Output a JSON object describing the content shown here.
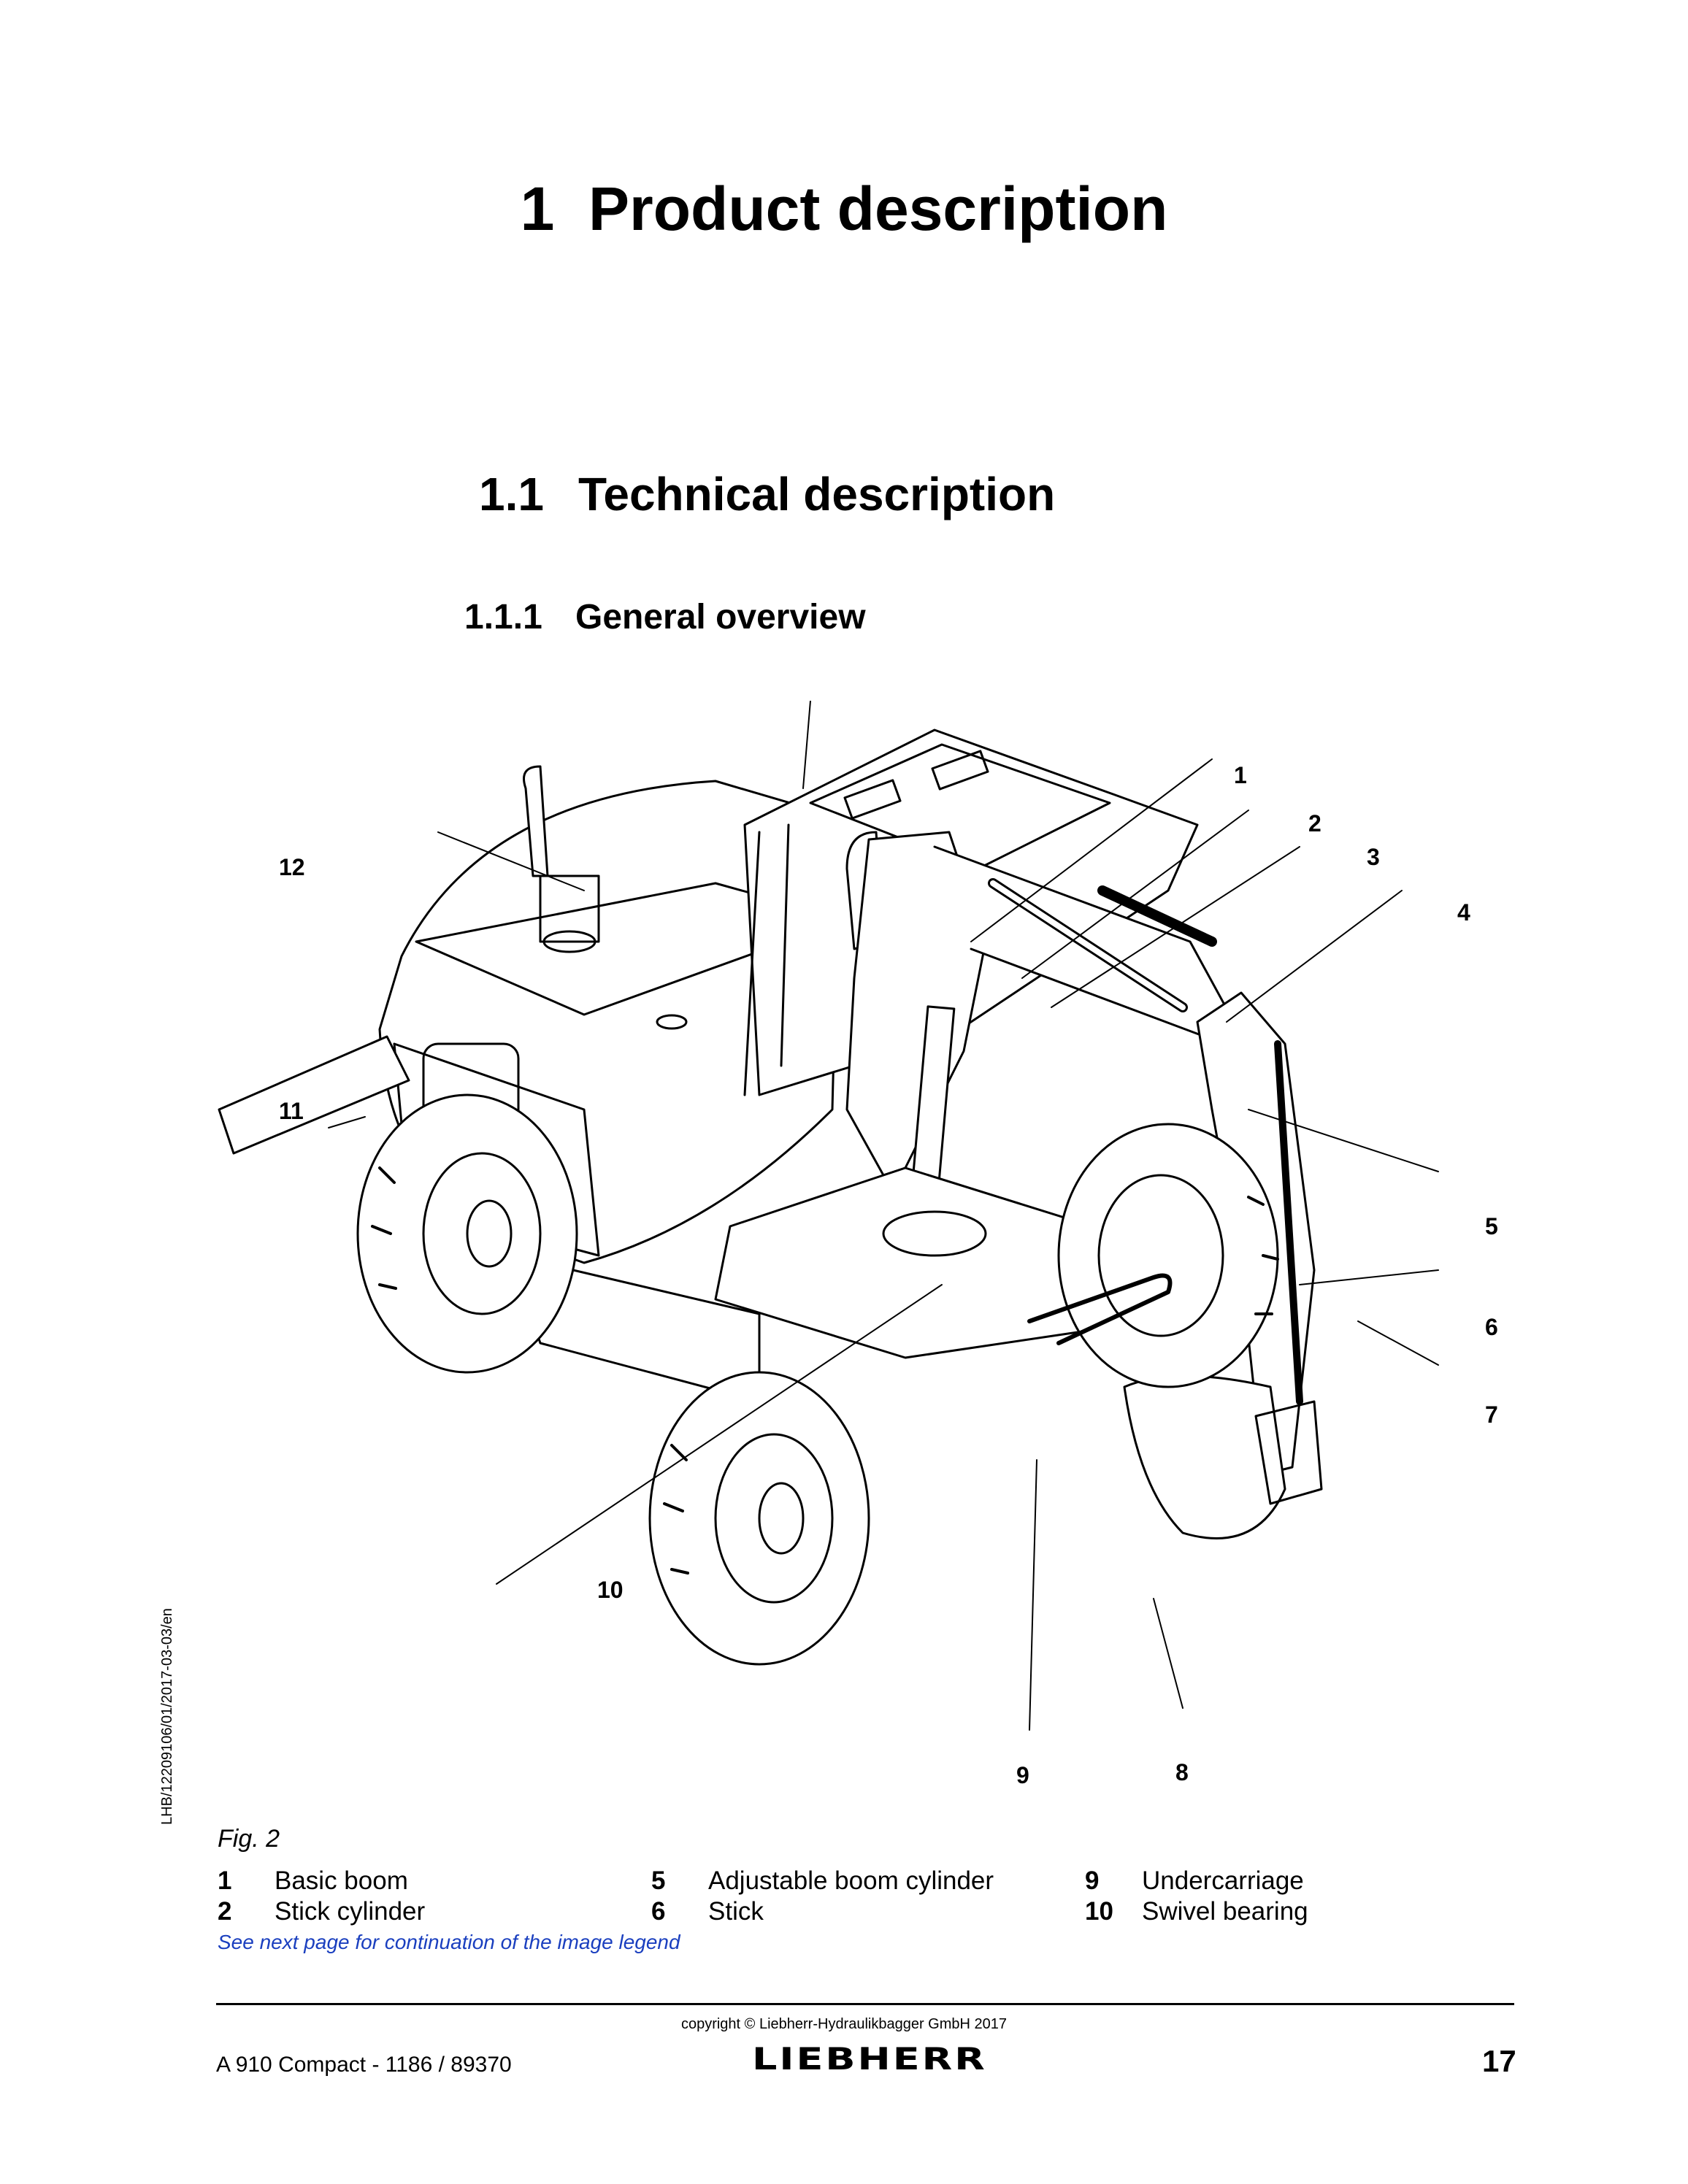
{
  "chapter": {
    "title": "1  Product description"
  },
  "section": {
    "number": "1.1",
    "title": "Technical description"
  },
  "subsection": {
    "number": "1.1.1",
    "title": "General overview"
  },
  "side_code": "LHB/12209106/01/2017-03-03/en",
  "figure": {
    "caption": "Fig. 2",
    "callouts": [
      "1",
      "2",
      "3",
      "4",
      "5",
      "6",
      "7",
      "8",
      "9",
      "10",
      "11",
      "12"
    ]
  },
  "legend": [
    {
      "num": "1",
      "label": "Basic boom"
    },
    {
      "num": "2",
      "label": "Stick cylinder"
    },
    {
      "num": "5",
      "label": "Adjustable boom cylinder"
    },
    {
      "num": "6",
      "label": "Stick"
    },
    {
      "num": "9",
      "label": "Undercarriage"
    },
    {
      "num": "10",
      "label": "Swivel bearing"
    }
  ],
  "legend_note": "See next page for continuation of the image legend",
  "footer": {
    "copyright": "copyright © Liebherr-Hydraulikbagger GmbH 2017",
    "model": "A 910 Compact  - 1186 / 89370",
    "logo": "LIEBHERR",
    "page_number": "17"
  },
  "colors": {
    "text": "#000000",
    "note": "#1a3fbf",
    "line": "#000000"
  }
}
